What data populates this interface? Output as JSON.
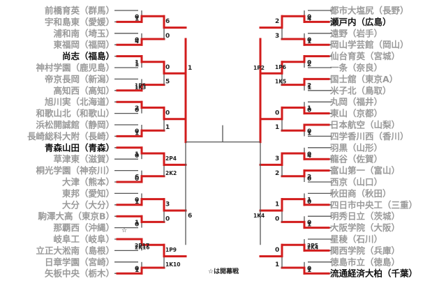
{
  "left_teams": [
    {
      "name": "前橋育英（群馬）",
      "winner": false
    },
    {
      "name": "宇和島東（愛媛）",
      "winner": false
    },
    {
      "name": "浦和南（埼玉）",
      "winner": false
    },
    {
      "name": "東福岡（福岡）",
      "winner": false
    },
    {
      "name": "尚志（福島）",
      "winner": true
    },
    {
      "name": "神村学園（鹿児島）",
      "winner": false
    },
    {
      "name": "帝京長岡（新潟）",
      "winner": false
    },
    {
      "name": "高知西（高知）",
      "winner": false
    },
    {
      "name": "旭川実（北海道）",
      "winner": false
    },
    {
      "name": "和歌山北（和歌山）",
      "winner": false
    },
    {
      "name": "浜松開誠館（静岡）",
      "winner": false
    },
    {
      "name": "長崎総科大附（長崎）",
      "winner": false
    },
    {
      "name": "青森山田（青森）",
      "winner": true
    },
    {
      "name": "草津東（滋賀）",
      "winner": false
    },
    {
      "name": "桐光学園（神奈川）",
      "winner": false
    },
    {
      "name": "大津（熊本）",
      "winner": false
    },
    {
      "name": "東邦（愛知）",
      "winner": false
    },
    {
      "name": "大分（大分）",
      "winner": false
    },
    {
      "name": "駒澤大高（東京B）",
      "winner": false
    },
    {
      "name": "那覇西（沖縄）",
      "winner": false
    },
    {
      "name": "岐阜工（岐阜）",
      "winner": false
    },
    {
      "name": "立正大淞南（島根）",
      "winner": false
    },
    {
      "name": "日章学園（宮崎）",
      "winner": false
    },
    {
      "name": "矢板中央（栃木）",
      "winner": false
    }
  ],
  "right_teams": [
    {
      "name": "都市大塩尻（長野）",
      "winner": false
    },
    {
      "name": "瀬戸内（広島）",
      "winner": true
    },
    {
      "name": "遠野（岩手）",
      "winner": false
    },
    {
      "name": "岡山学芸館（岡山）",
      "winner": false
    },
    {
      "name": "仙台育英（宮城）",
      "winner": false
    },
    {
      "name": "一条（奈良）",
      "winner": false
    },
    {
      "name": "国士舘（東京A）",
      "winner": false
    },
    {
      "name": "米子北（鳥取）",
      "winner": false
    },
    {
      "name": "丸岡（福井）",
      "winner": false
    },
    {
      "name": "東山（京都）",
      "winner": false
    },
    {
      "name": "日本航空（山梨）",
      "winner": false
    },
    {
      "name": "四学香川西（香川）",
      "winner": false
    },
    {
      "name": "羽黒（山形）",
      "winner": false
    },
    {
      "name": "龍谷（佐賀）",
      "winner": false
    },
    {
      "name": "富山第一（富山）",
      "winner": false
    },
    {
      "name": "西京（山口）",
      "winner": false
    },
    {
      "name": "秋田商（秋田）",
      "winner": false
    },
    {
      "name": "四日市中央工（三重）",
      "winner": false
    },
    {
      "name": "明秀日立（茨城）",
      "winner": false
    },
    {
      "name": "大阪学院（大阪）",
      "winner": false
    },
    {
      "name": "星稜（石川）",
      "winner": false
    },
    {
      "name": "関西学院（兵庫）",
      "winner": false
    },
    {
      "name": "徳島市立（徳島）",
      "winner": false
    },
    {
      "name": "流通経済大柏（千葉）",
      "winner": true
    }
  ],
  "scores": [
    {
      "t": "0",
      "s": "score"
    },
    {
      "t": "1",
      "s": "score"
    },
    {
      "t": "0",
      "s": "score"
    },
    {
      "t": "4",
      "s": "score"
    },
    {
      "t": "1",
      "s": "score"
    },
    {
      "t": "1",
      "s": "score"
    },
    {
      "t": "1P5",
      "s": "extra"
    },
    {
      "t": "1K3",
      "s": "extra"
    },
    {
      "t": "2",
      "s": "score"
    },
    {
      "t": "0",
      "s": "score"
    },
    {
      "t": "0",
      "s": "score"
    },
    {
      "t": "1",
      "s": "score"
    },
    {
      "t": "1",
      "s": "score"
    },
    {
      "t": "0",
      "s": "score"
    },
    {
      "t": "6",
      "s": "score"
    },
    {
      "t": "0",
      "s": "score"
    },
    {
      "t": "0",
      "s": "score"
    },
    {
      "t": "1",
      "s": "score"
    },
    {
      "t": "1",
      "s": "score"
    },
    {
      "t": "0",
      "s": "score"
    },
    {
      "t": "2P17",
      "s": "extra"
    },
    {
      "t": "2K16",
      "s": "extra"
    },
    {
      "t": "0",
      "s": "score"
    },
    {
      "t": "1",
      "s": "score"
    },
    {
      "t": "6",
      "s": "score"
    },
    {
      "t": "0",
      "s": "score"
    },
    {
      "t": "0",
      "s": "score"
    },
    {
      "t": "5",
      "s": "score"
    },
    {
      "t": "0",
      "s": "score"
    },
    {
      "t": "1",
      "s": "score"
    },
    {
      "t": "2P4",
      "s": "extra"
    },
    {
      "t": "2K2",
      "s": "extra"
    },
    {
      "t": "3",
      "s": "score"
    },
    {
      "t": "0",
      "s": "score"
    },
    {
      "t": "1P9",
      "s": "extra"
    },
    {
      "t": "1K10",
      "s": "extra"
    },
    {
      "t": "1",
      "s": "score"
    },
    {
      "t": "6",
      "s": "score"
    },
    {
      "t": "0",
      "s": "score"
    },
    {
      "t": "4",
      "s": "score"
    },
    {
      "t": "0",
      "s": "score"
    },
    {
      "t": "1",
      "s": "score"
    },
    {
      "t": "0",
      "s": "score"
    },
    {
      "t": "2",
      "s": "score"
    },
    {
      "t": "2",
      "s": "score"
    },
    {
      "t": "1",
      "s": "score"
    },
    {
      "t": "1",
      "s": "score"
    },
    {
      "t": "0",
      "s": "score"
    },
    {
      "t": "0",
      "s": "score"
    },
    {
      "t": "1",
      "s": "score"
    },
    {
      "t": "0",
      "s": "score"
    },
    {
      "t": "4",
      "s": "score"
    },
    {
      "t": "2",
      "s": "score"
    },
    {
      "t": "0",
      "s": "score"
    },
    {
      "t": "1",
      "s": "score"
    },
    {
      "t": "0",
      "s": "score"
    },
    {
      "t": "0",
      "s": "score"
    },
    {
      "t": "1",
      "s": "score"
    },
    {
      "t": "2P5",
      "s": "extra"
    },
    {
      "t": "2K4",
      "s": "extra"
    },
    {
      "t": "0",
      "s": "score"
    },
    {
      "t": "1",
      "s": "score"
    },
    {
      "t": "2",
      "s": "score"
    },
    {
      "t": "3",
      "s": "score"
    },
    {
      "t": "1P6",
      "s": "extra"
    },
    {
      "t": "1K5",
      "s": "extra"
    },
    {
      "t": "0",
      "s": "score"
    },
    {
      "t": "1",
      "s": "score"
    },
    {
      "t": "3",
      "s": "score"
    },
    {
      "t": "2",
      "s": "score"
    },
    {
      "t": "1",
      "s": "score"
    },
    {
      "t": "0",
      "s": "score"
    },
    {
      "t": "0",
      "s": "score"
    },
    {
      "t": "1",
      "s": "score"
    },
    {
      "t": "1P2",
      "s": "extra"
    },
    {
      "t": "1K4",
      "s": "extra"
    },
    {
      "t": "1",
      "s": "score"
    },
    {
      "t": "4",
      "s": "score"
    },
    {
      "t": "0",
      "s": "score"
    },
    {
      "t": "0",
      "s": "score"
    },
    {
      "t": "2",
      "s": "score"
    },
    {
      "t": "0",
      "s": "score"
    },
    {
      "t": "1",
      "s": "score"
    },
    {
      "t": "2",
      "s": "score"
    },
    {
      "t": "0",
      "s": "score"
    },
    {
      "t": "1",
      "s": "score"
    },
    {
      "t": "0",
      "s": "score"
    },
    {
      "t": "1",
      "s": "score"
    }
  ],
  "note": "☆は開幕戦",
  "star": "☆",
  "colors": {
    "winner_line": "#d21c1c",
    "line": "#555555",
    "winner_text": "#111111",
    "team_text": "#9a9a9a"
  }
}
